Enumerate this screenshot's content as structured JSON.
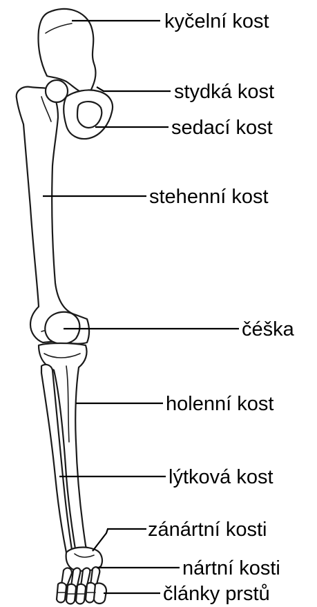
{
  "labels": {
    "hip_bone": "kyčelní kost",
    "pubis": "stydká kost",
    "ischium": "sedací kost",
    "femur": "stehenní kost",
    "patella": "čéška",
    "tibia": "holenní kost",
    "fibula": "lýtková kost",
    "tarsals": "zánártní kosti",
    "metatarsals": "nártní kosti",
    "phalanges": "články prstů"
  }
}
